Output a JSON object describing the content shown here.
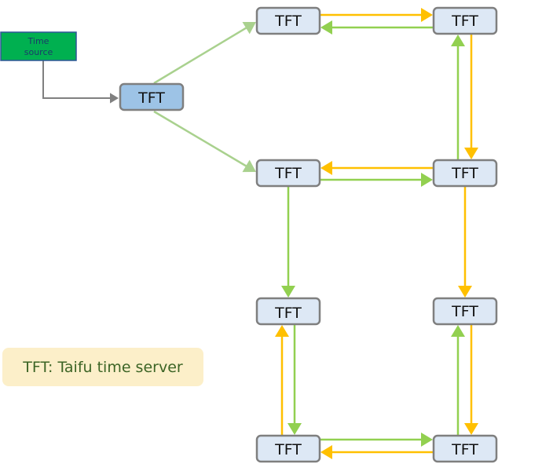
{
  "diagram": {
    "title": "Taifu time server synchronization topology",
    "time_source": {
      "label_line1": "Time",
      "label_line2": "source",
      "fill": "#00b050",
      "border": "#2f5597"
    },
    "colors": {
      "node_fill": "#dde8f5",
      "node_root_fill": "#9dc3e6",
      "node_border": "#7f7f7f",
      "arrow_green": "#92d050",
      "arrow_light_green": "#a9d18e",
      "arrow_orange": "#ffc000",
      "arrow_gray": "#808080"
    },
    "nodes": [
      {
        "id": "root",
        "label": "TFT"
      },
      {
        "id": "n1",
        "label": "TFT"
      },
      {
        "id": "n2",
        "label": "TFT"
      },
      {
        "id": "n3",
        "label": "TFT"
      },
      {
        "id": "n4",
        "label": "TFT"
      },
      {
        "id": "n5",
        "label": "TFT"
      },
      {
        "id": "n6",
        "label": "TFT"
      },
      {
        "id": "n7",
        "label": "TFT"
      },
      {
        "id": "n8",
        "label": "TFT"
      }
    ],
    "edges": [
      {
        "from": "time_source",
        "to": "root",
        "color": "gray"
      },
      {
        "from": "root",
        "to": "n1",
        "color": "light_green"
      },
      {
        "from": "root",
        "to": "n3",
        "color": "light_green"
      },
      {
        "from": "n1",
        "to": "n2",
        "color": "orange"
      },
      {
        "from": "n2",
        "to": "n1",
        "color": "green"
      },
      {
        "from": "n4",
        "to": "n2",
        "color": "green"
      },
      {
        "from": "n2",
        "to": "n4",
        "color": "orange"
      },
      {
        "from": "n4",
        "to": "n3",
        "color": "orange"
      },
      {
        "from": "n3",
        "to": "n4",
        "color": "green"
      },
      {
        "from": "n3",
        "to": "n5",
        "color": "green"
      },
      {
        "from": "n4",
        "to": "n6",
        "color": "orange"
      },
      {
        "from": "n7",
        "to": "n5",
        "color": "orange"
      },
      {
        "from": "n5",
        "to": "n7",
        "color": "green"
      },
      {
        "from": "n7",
        "to": "n8",
        "color": "green"
      },
      {
        "from": "n8",
        "to": "n7",
        "color": "orange"
      },
      {
        "from": "n8",
        "to": "n6",
        "color": "green"
      },
      {
        "from": "n6",
        "to": "n8",
        "color": "orange"
      }
    ],
    "legend": {
      "text": "TFT: Taifu time server"
    }
  }
}
